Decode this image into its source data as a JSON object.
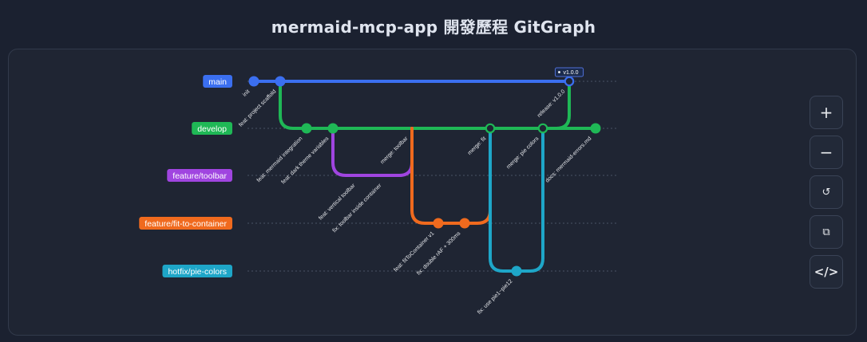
{
  "title": "mermaid-mcp-app 開發歷程 GitGraph",
  "branches": [
    {
      "id": "main",
      "label": "main",
      "color": "#3b6ff0"
    },
    {
      "id": "develop",
      "label": "develop",
      "color": "#1fb856"
    },
    {
      "id": "toolbar",
      "label": "feature/toolbar",
      "color": "#a045e0"
    },
    {
      "id": "fit",
      "label": "feature/fit-to-container",
      "color": "#f06a1e"
    },
    {
      "id": "hotfix",
      "label": "hotfix/pie-colors",
      "color": "#1ea6c8"
    }
  ],
  "commits": [
    {
      "id": "init",
      "label": "init",
      "branch": "main",
      "type": "normal"
    },
    {
      "id": "scaffold",
      "label": "feat: project scaffold",
      "branch": "main",
      "type": "normal"
    },
    {
      "id": "mermaid",
      "label": "feat: mermaid integration",
      "branch": "develop",
      "type": "normal"
    },
    {
      "id": "theme",
      "label": "feat: dark theme variables",
      "branch": "develop",
      "type": "normal"
    },
    {
      "id": "vtoolbar",
      "label": "feat: vertical toolbar",
      "branch": "toolbar",
      "type": "hidden"
    },
    {
      "id": "tbinside",
      "label": "fix: toolbar inside container",
      "branch": "toolbar",
      "type": "hidden"
    },
    {
      "id": "mtoolbar",
      "label": "merge: toolbar",
      "branch": "develop",
      "type": "hidden"
    },
    {
      "id": "fitcontainer",
      "label": "feat: fitToContainer v1",
      "branch": "fit",
      "type": "normal"
    },
    {
      "id": "doubleraf",
      "label": "fix: double rAF + 300ms",
      "branch": "fit",
      "type": "normal"
    },
    {
      "id": "mfit",
      "label": "merge: fit",
      "branch": "develop",
      "type": "merge"
    },
    {
      "id": "pie12",
      "label": "fix: use pie1~pie12",
      "branch": "hotfix",
      "type": "normal"
    },
    {
      "id": "mpie",
      "label": "merge: pie colors",
      "branch": "develop",
      "type": "merge"
    },
    {
      "id": "release",
      "label": "release: v1.0.0",
      "branch": "main",
      "type": "merge"
    },
    {
      "id": "docs",
      "label": "docs: mermaid-errors.md",
      "branch": "develop",
      "type": "normal"
    }
  ],
  "tags": [
    {
      "commit": "release",
      "label": "v1.0.0"
    }
  ],
  "toolbar": {
    "zoom_in": "+",
    "zoom_out": "−",
    "reset": "↺",
    "copy": "⧉",
    "code": "</>"
  }
}
